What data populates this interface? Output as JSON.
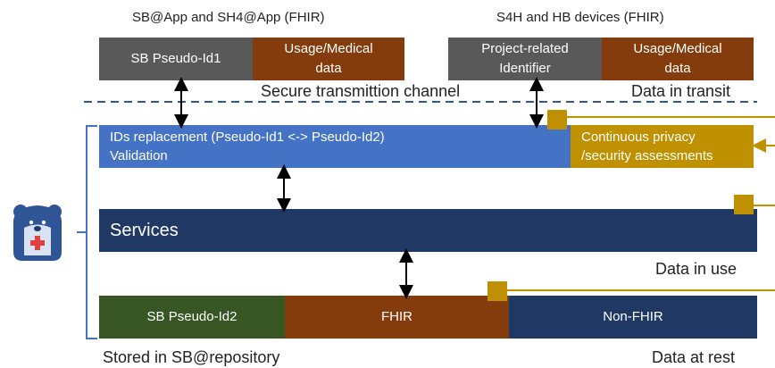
{
  "top_left_header": "SB@App and SH4@App (FHIR)",
  "top_right_header": "S4H and HB devices (FHIR)",
  "left_sources": {
    "pseudo_id": "SB Pseudo-Id1",
    "usage": "Usage/Medical\ndata"
  },
  "right_sources": {
    "identifier": "Project-related\nIdentifier",
    "usage": "Usage/Medical\ndata"
  },
  "secure_channel": "Secure transmittion channel",
  "data_in_transit": "Data in transit",
  "ids_replacement": {
    "line1": "IDs replacement (Pseudo-Id1 <-> Pseudo-Id2)",
    "line2": "Validation"
  },
  "assessment": "Continuous privacy\n/security assessments",
  "services": "Services",
  "data_in_use": "Data in use",
  "storage": {
    "pseudo_id": "SB Pseudo-Id2",
    "fhir": "FHIR",
    "non_fhir": "Non-FHIR"
  },
  "stored_in": "Stored in SB@repository",
  "data_at_rest": "Data at rest",
  "colors": {
    "gray": "#595959",
    "brown": "#843c0c",
    "blue": "#4472c4",
    "navy": "#1f3864",
    "green": "#375623",
    "gold": "#bf9000",
    "bracket": "#4472c4"
  },
  "icons": {
    "logo": "bear-with-medical-cross-icon"
  }
}
